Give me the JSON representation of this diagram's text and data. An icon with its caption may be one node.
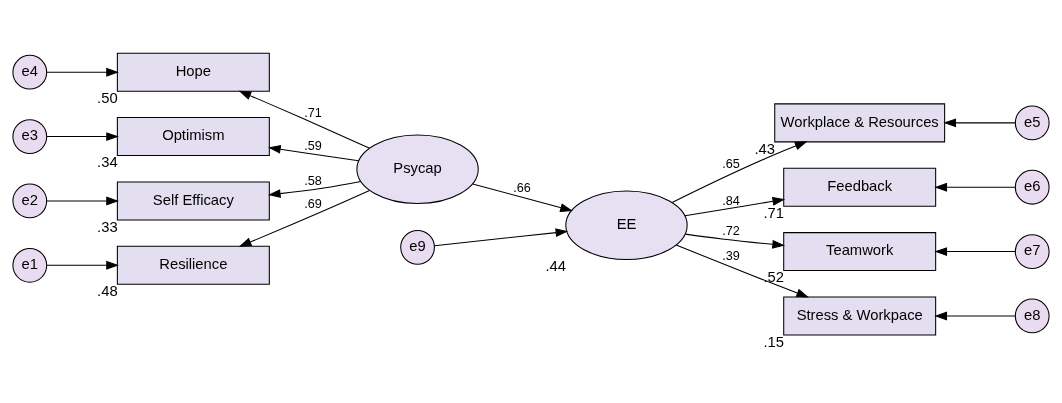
{
  "diagram": {
    "nodes": [
      {
        "text": [
          "e4"
        ]
      },
      {
        "text": [
          "Hope"
        ],
        "beside": [
          ".50"
        ]
      },
      {
        "text": [
          "e3"
        ]
      },
      {
        "text": [
          "Optimism"
        ],
        "beside": [
          ".34"
        ]
      },
      {
        "text": [
          "e2"
        ]
      },
      {
        "text": [
          "Self Efficacy"
        ],
        "beside": [
          ".33"
        ]
      },
      {
        "text": [
          "e1"
        ]
      },
      {
        "text": [
          "Resilience"
        ],
        "beside": [
          ".48"
        ]
      },
      {
        "text": [
          "Psycap"
        ]
      },
      {
        "text": [
          "e9"
        ]
      },
      {
        "text": [
          "EE"
        ],
        "beside": [
          ".44"
        ]
      },
      {
        "text": [
          "Workplace & Resources"
        ],
        "beside": [
          ".43"
        ]
      },
      {
        "text": [
          "e5"
        ]
      },
      {
        "text": [
          "Feedback"
        ],
        "beside": [
          ".71"
        ]
      },
      {
        "text": [
          "e6"
        ]
      },
      {
        "text": [
          "Teamwork"
        ],
        "beside": [
          ".52"
        ]
      },
      {
        "text": [
          "e7"
        ]
      },
      {
        "text": [
          "Stress & Workpace"
        ],
        "beside": [
          ".15"
        ]
      },
      {
        "text": [
          "e8"
        ]
      }
    ],
    "edges": [
      {
        "from": 0,
        "to": 1,
        "arrow": "to"
      },
      {
        "from": 2,
        "to": 3,
        "arrow": "to"
      },
      {
        "from": 4,
        "to": 5,
        "arrow": "to"
      },
      {
        "from": 6,
        "to": 7,
        "arrow": "to"
      },
      {
        "from": 8,
        "to": 1,
        "arrow": "to",
        "label": ".71"
      },
      {
        "from": 8,
        "to": 3,
        "arrow": "to",
        "label": ".59"
      },
      {
        "from": 8,
        "to": 5,
        "arrow": "to",
        "label": ".58"
      },
      {
        "from": 8,
        "to": 7,
        "arrow": "to",
        "label": ".69"
      },
      {
        "from": 8,
        "to": 10,
        "arrow": "to",
        "label": ".66"
      },
      {
        "from": 9,
        "to": 10,
        "arrow": "to"
      },
      {
        "from": 10,
        "to": 11,
        "arrow": "to",
        "label": ".65"
      },
      {
        "from": 10,
        "to": 13,
        "arrow": "to",
        "label": ".84"
      },
      {
        "from": 10,
        "to": 15,
        "arrow": "to",
        "label": ".72"
      },
      {
        "from": 10,
        "to": 17,
        "arrow": "to",
        "label": ".39"
      },
      {
        "from": 12,
        "to": 11,
        "arrow": "to"
      },
      {
        "from": 14,
        "to": 13,
        "arrow": "to"
      },
      {
        "from": 16,
        "to": 15,
        "arrow": "to"
      },
      {
        "from": 18,
        "to": 17,
        "arrow": "to"
      }
    ]
  }
}
